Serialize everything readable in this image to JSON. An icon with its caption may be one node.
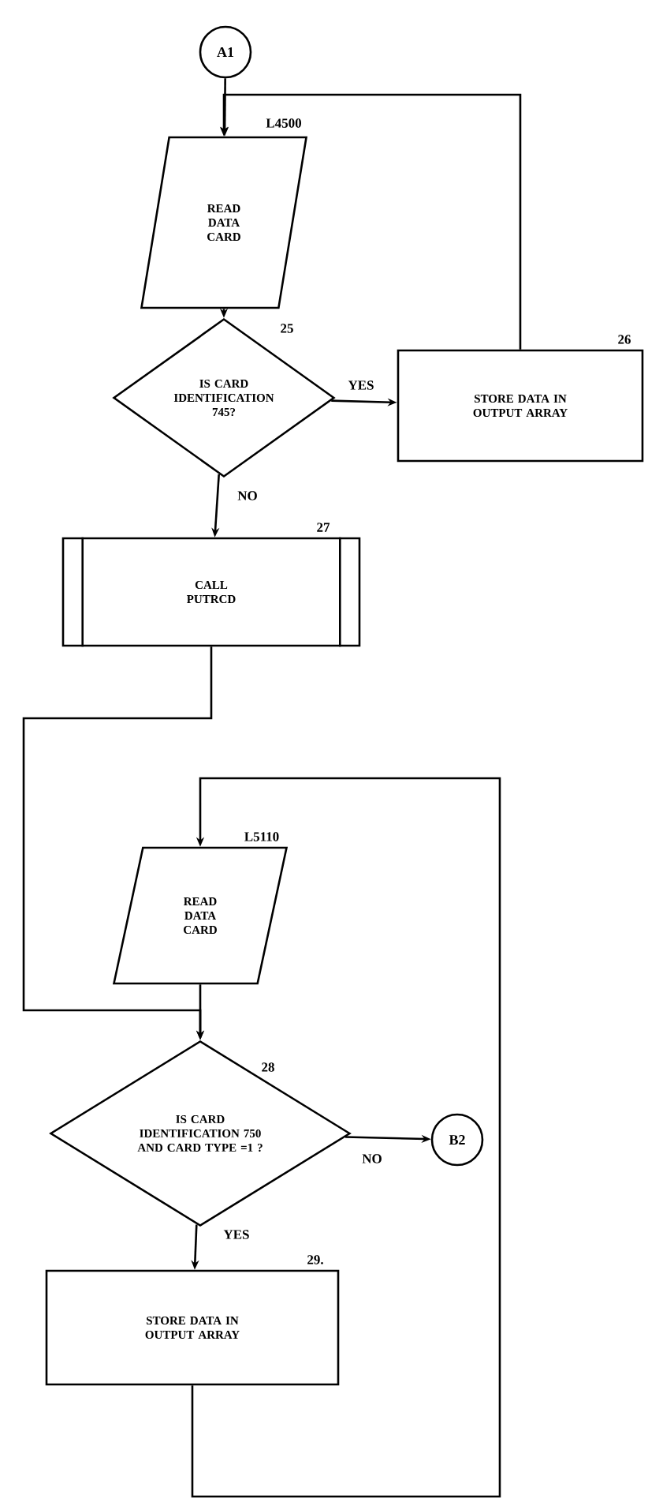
{
  "diagram": {
    "nodes": [
      {
        "text": [
          "A1"
        ]
      },
      {
        "text": [
          "READ DATA CARD"
        ],
        "beside": [
          "L4500"
        ]
      },
      {
        "text": [
          "IS CARD IDENTIFICATION 745?"
        ],
        "beside": [
          "25"
        ]
      },
      {
        "text": [
          "STORE DATA IN OUTPUT ARRAY"
        ],
        "beside": [
          "26"
        ]
      },
      {
        "text": [
          "CALL PUTRCD"
        ],
        "beside": [
          "27"
        ]
      },
      {
        "text": [
          "READ DATA CARD"
        ],
        "beside": [
          "L5110"
        ]
      },
      {
        "text": [
          "IS CARD IDENTIFICATION 750 AND CARD TYPE =1 ?"
        ],
        "beside": [
          "28"
        ]
      },
      {
        "text": [
          "B2"
        ]
      },
      {
        "text": [
          "STORE DATA IN OUTPUT ARRAY"
        ],
        "beside": [
          "29."
        ]
      }
    ],
    "edges": [
      {
        "from": 0,
        "to": 1,
        "arrow": "to"
      },
      {
        "from": 1,
        "to": 2,
        "arrow": "to"
      },
      {
        "from": 2,
        "to": 3,
        "arrow": "to",
        "label": "YES"
      },
      {
        "from": 3,
        "to": 1,
        "arrow": "to"
      },
      {
        "from": 2,
        "to": 4,
        "arrow": "to",
        "label": "NO"
      },
      {
        "from": 4,
        "to": 6,
        "arrow": "to"
      },
      {
        "from": 5,
        "to": 6,
        "arrow": "to"
      },
      {
        "from": 6,
        "to": 7,
        "arrow": "to",
        "label": "NO"
      },
      {
        "from": 6,
        "to": 8,
        "arrow": "to",
        "label": "YES"
      },
      {
        "from": 8,
        "to": 5,
        "arrow": "to"
      }
    ]
  }
}
